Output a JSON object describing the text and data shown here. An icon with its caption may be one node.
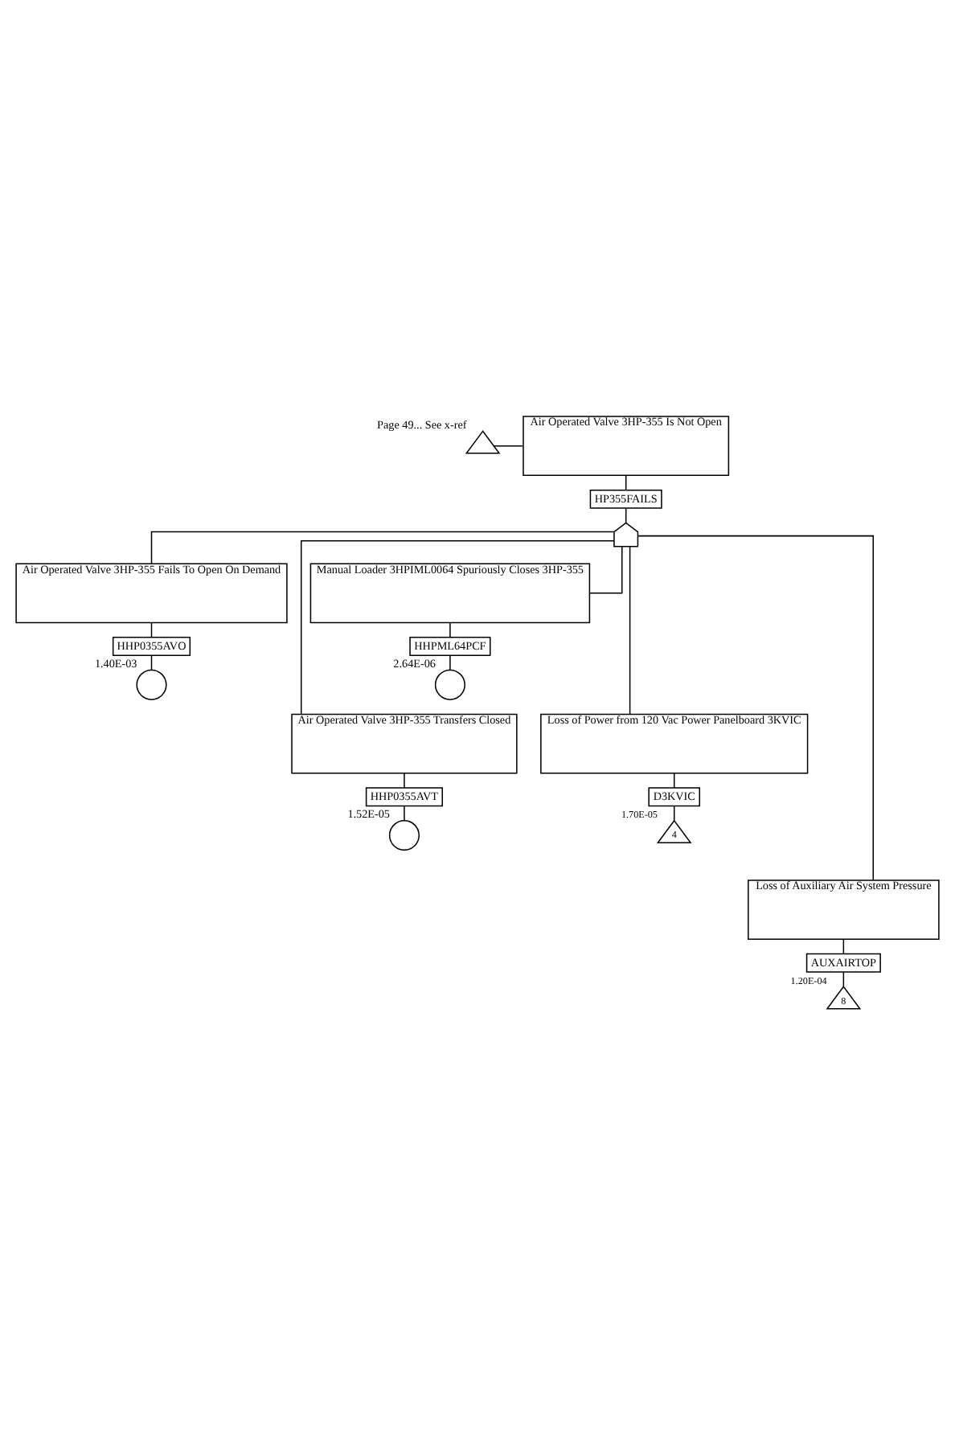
{
  "diagram": {
    "nodes": [
      {
        "text": [
          "Air Operated Valve 3HP-355 Is Not Open"
        ]
      },
      {
        "text": [
          "HP355FAILS"
        ]
      },
      {
        "text": [],
        "shape": "triangle",
        "beside": [
          "Page 49... See x-ref"
        ]
      },
      {
        "text": [],
        "shape": "gate"
      },
      {
        "text": [
          "Air Operated Valve 3HP-355 Fails To Open On Demand"
        ]
      },
      {
        "text": [
          "HHP0355AVO"
        ]
      },
      {
        "text": [],
        "shape": "circle",
        "beside": [
          "1.40E-03"
        ]
      },
      {
        "text": [
          "Manual Loader 3HPIML0064 Spuriously Closes 3HP-355"
        ]
      },
      {
        "text": [
          "HHPML64PCF"
        ]
      },
      {
        "text": [],
        "shape": "circle",
        "beside": [
          "2.64E-06"
        ]
      },
      {
        "text": [
          "Air Operated Valve 3HP-355 Transfers Closed"
        ]
      },
      {
        "text": [
          "HHP0355AVT"
        ]
      },
      {
        "text": [],
        "shape": "circle",
        "beside": [
          "1.52E-05"
        ]
      },
      {
        "text": [
          "Loss of Power from 120 Vac Power Panelboard 3KVIC"
        ]
      },
      {
        "text": [
          "D3KVIC"
        ]
      },
      {
        "text": [
          "4"
        ],
        "beside": [
          "1.70E-05"
        ]
      },
      {
        "text": [
          "Loss of Auxiliary Air System Pressure"
        ]
      },
      {
        "text": [
          "AUXAIRTOP"
        ]
      },
      {
        "text": [
          "8"
        ],
        "beside": [
          "1.20E-04"
        ]
      }
    ],
    "edges": [
      {
        "from": 0,
        "to": 1,
        "arrow": "none"
      },
      {
        "from": 2,
        "to": 0,
        "arrow": "none"
      },
      {
        "from": 1,
        "to": 3,
        "arrow": "none"
      },
      {
        "from": 3,
        "to": 4,
        "arrow": "none"
      },
      {
        "from": 3,
        "to": 7,
        "arrow": "none"
      },
      {
        "from": 3,
        "to": 10,
        "arrow": "none"
      },
      {
        "from": 3,
        "to": 13,
        "arrow": "none"
      },
      {
        "from": 3,
        "to": 16,
        "arrow": "none"
      },
      {
        "from": 4,
        "to": 5,
        "arrow": "none"
      },
      {
        "from": 5,
        "to": 6,
        "arrow": "none"
      },
      {
        "from": 7,
        "to": 8,
        "arrow": "none"
      },
      {
        "from": 8,
        "to": 9,
        "arrow": "none"
      },
      {
        "from": 10,
        "to": 11,
        "arrow": "none"
      },
      {
        "from": 11,
        "to": 12,
        "arrow": "none"
      },
      {
        "from": 13,
        "to": 14,
        "arrow": "none"
      },
      {
        "from": 14,
        "to": 15,
        "arrow": "none"
      },
      {
        "from": 16,
        "to": 17,
        "arrow": "none"
      },
      {
        "from": 17,
        "to": 18,
        "arrow": "none"
      }
    ]
  }
}
